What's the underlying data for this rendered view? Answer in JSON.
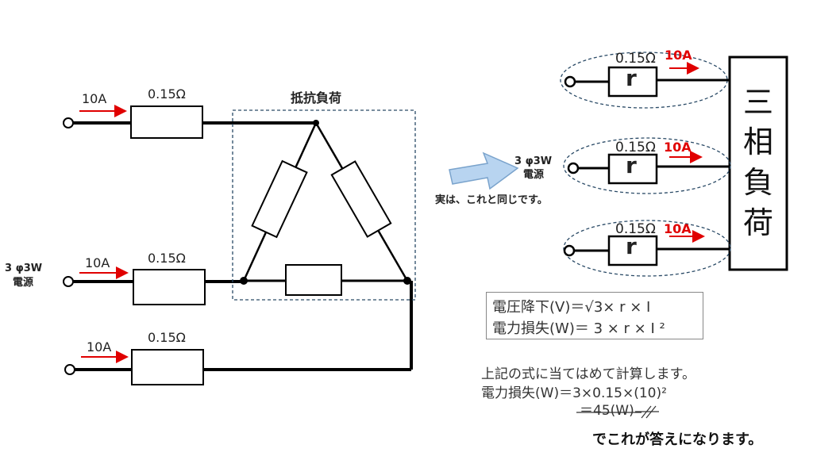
{
  "left_circuit": {
    "line_currents": [
      "10A",
      "10A",
      "10A"
    ],
    "line_resistances": [
      "0.15Ω",
      "0.15Ω",
      "0.15Ω"
    ],
    "load_label": "抵抗負荷",
    "source_label_line1": "3 φ3W",
    "source_label_line2": "電源"
  },
  "arrow_note": "実は、これと同じです。",
  "right_circuit": {
    "source_label_line1": "3 φ3W",
    "source_label_line2": "電源",
    "line_resistances": [
      "0.15Ω",
      "0.15Ω",
      "0.15Ω"
    ],
    "line_currents": [
      "10A",
      "10A",
      "10A"
    ],
    "resistor_symbol": "r",
    "load_chars": [
      "三",
      "相",
      "負",
      "荷"
    ]
  },
  "formulas": {
    "voltage_drop": "電圧降下(V)＝√3× r × I",
    "power_loss": "電力損失(W)＝ 3 × r × I ²"
  },
  "calculation": {
    "intro": "上記の式に当てはめて計算します。",
    "line1": "電力損失(W)＝3×0.15×(10)²",
    "line2": "＝45(W)",
    "conclusion": "でこれが答えになります。"
  },
  "colors": {
    "current_arrow": "#e00000",
    "wire": "#000000",
    "dashed_box": "#2a4a66",
    "hint_arrow_fill": "#b8d4f0",
    "hint_arrow_stroke": "#7aa3cc"
  }
}
